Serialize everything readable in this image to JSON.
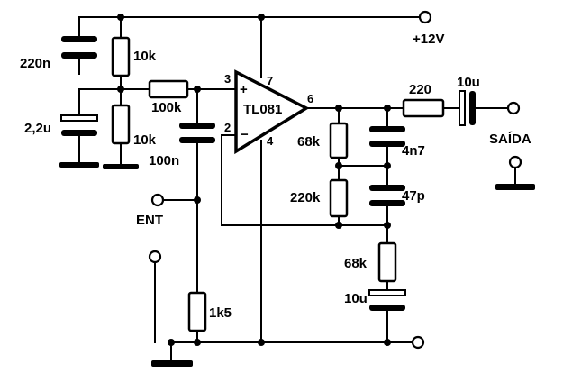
{
  "labels": {
    "supply": "+12V",
    "opamp": "TL081",
    "pin_plus": "+",
    "pin_minus": "−",
    "pin3": "3",
    "pin2": "2",
    "pin7": "7",
    "pin4": "4",
    "pin6": "6",
    "input": "ENT",
    "output": "SAÍDA",
    "c_220n": "220n",
    "c_2u2": "2,2u",
    "r_10k_top": "10k",
    "r_10k_bottom": "10k",
    "r_100k": "100k",
    "c_100n": "100n",
    "r_1k5": "1k5",
    "r_68k_feedback": "68k",
    "r_220k": "220k",
    "c_4n7": "4n7",
    "c_47p": "47p",
    "r_68k_lower": "68k",
    "c_10u_lower": "10u",
    "r_220_out": "220",
    "c_10u_out": "10u"
  }
}
